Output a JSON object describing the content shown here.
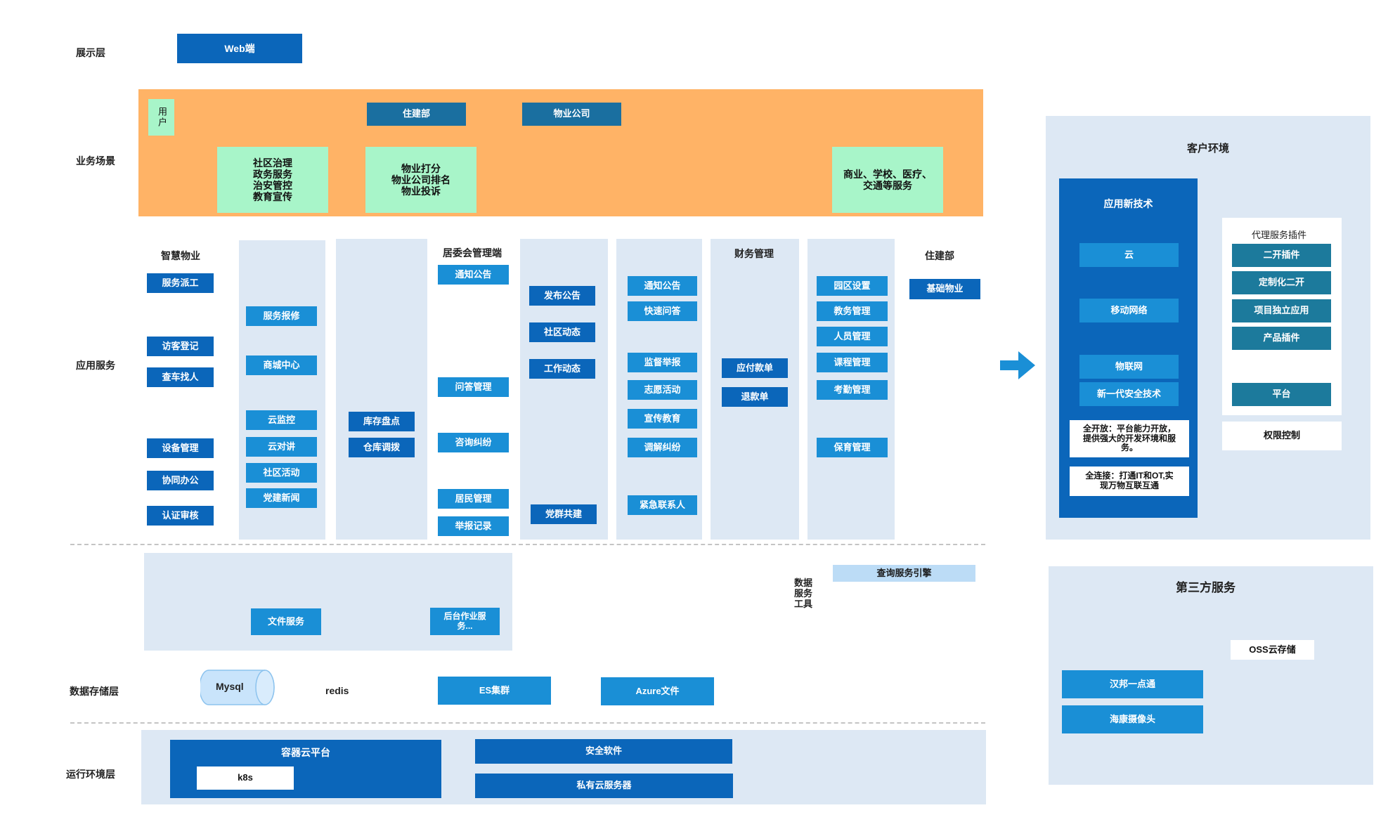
{
  "layers": {
    "presentation": "展示层",
    "business": "业务场景",
    "app": "应用服务",
    "storage": "数据存储层",
    "runtime": "运行环境层"
  },
  "presentation": {
    "web": "Web端"
  },
  "business": {
    "user": "用户",
    "gov": "住建部",
    "company": "物业公司",
    "scene1": "社区治理\n政务服务\n治安管控\n教育宣传",
    "scene2": "物业打分\n物业公司排名\n物业投诉",
    "scene3": "商业、学校、医疗、\n交通等服务"
  },
  "app": {
    "smart_property": {
      "title": "智慧物业",
      "items": [
        "服务派工",
        "访客登记",
        "查车找人",
        "设备管理",
        "协同办公",
        "认证审核"
      ]
    },
    "col2": [
      "服务报修",
      "商城中心",
      "云监控",
      "云对讲",
      "社区活动",
      "党建新闻"
    ],
    "col3": [
      "库存盘点",
      "仓库调拨"
    ],
    "committee": {
      "title": "居委会管理端",
      "items": [
        "通知公告",
        "问答管理",
        "咨询纠纷",
        "居民管理",
        "举报记录"
      ]
    },
    "col5": [
      "发布公告",
      "社区动态",
      "工作动态",
      "党群共建"
    ],
    "col6": [
      "通知公告",
      "快速问答",
      "监督举报",
      "志愿活动",
      "宣传教育",
      "调解纠纷",
      "紧急联系人"
    ],
    "finance": {
      "title": "财务管理",
      "items": [
        "应付款单",
        "退款单"
      ]
    },
    "col8": [
      "园区设置",
      "教务管理",
      "人员管理",
      "课程管理",
      "考勤管理",
      "保育管理"
    ],
    "gov": {
      "title": "住建部",
      "items": [
        "基础物业"
      ]
    }
  },
  "services": {
    "file": "文件服务",
    "job": "后台作业服\n务...",
    "data_tools": "数据\n服务\n工具",
    "query": "查询服务引擎"
  },
  "storage": {
    "mysql": "Mysql",
    "redis": "redis",
    "es": "ES集群",
    "azure": "Azure文件"
  },
  "runtime": {
    "container": "容器云平台",
    "k8s": "k8s",
    "security": "安全软件",
    "private": "私有云服务器"
  },
  "customer": {
    "title": "客户环境",
    "new_tech": {
      "title": "应用新技术",
      "items": [
        "云",
        "移动网络",
        "物联网",
        "新一代安全技术"
      ],
      "note1": "全开放：平台能力开放，\n提供强大的开发环境和服\n务。",
      "note2": "全连接：打通IT和OT,实\n现万物互联互通"
    },
    "plugins": {
      "title": "代理服务插件",
      "items": [
        "二开插件",
        "定制化二开",
        "项目独立应用",
        "产品插件",
        "平台"
      ]
    },
    "permission": "权限控制"
  },
  "third_party": {
    "title": "第三方服务",
    "oss": "OSS云存储",
    "items": [
      "汉邦一点通",
      "海康摄像头"
    ]
  },
  "colors": {
    "orange_band": "#ffb366",
    "panel": "#dde8f4",
    "blue_light": "#1a8fd6",
    "blue_dark": "#0b66ba",
    "teal": "#1c7a9c",
    "green": "#a8f5c9",
    "arrow": "#1a8fd6"
  },
  "icons": {
    "arrow": "right-arrow-icon"
  }
}
